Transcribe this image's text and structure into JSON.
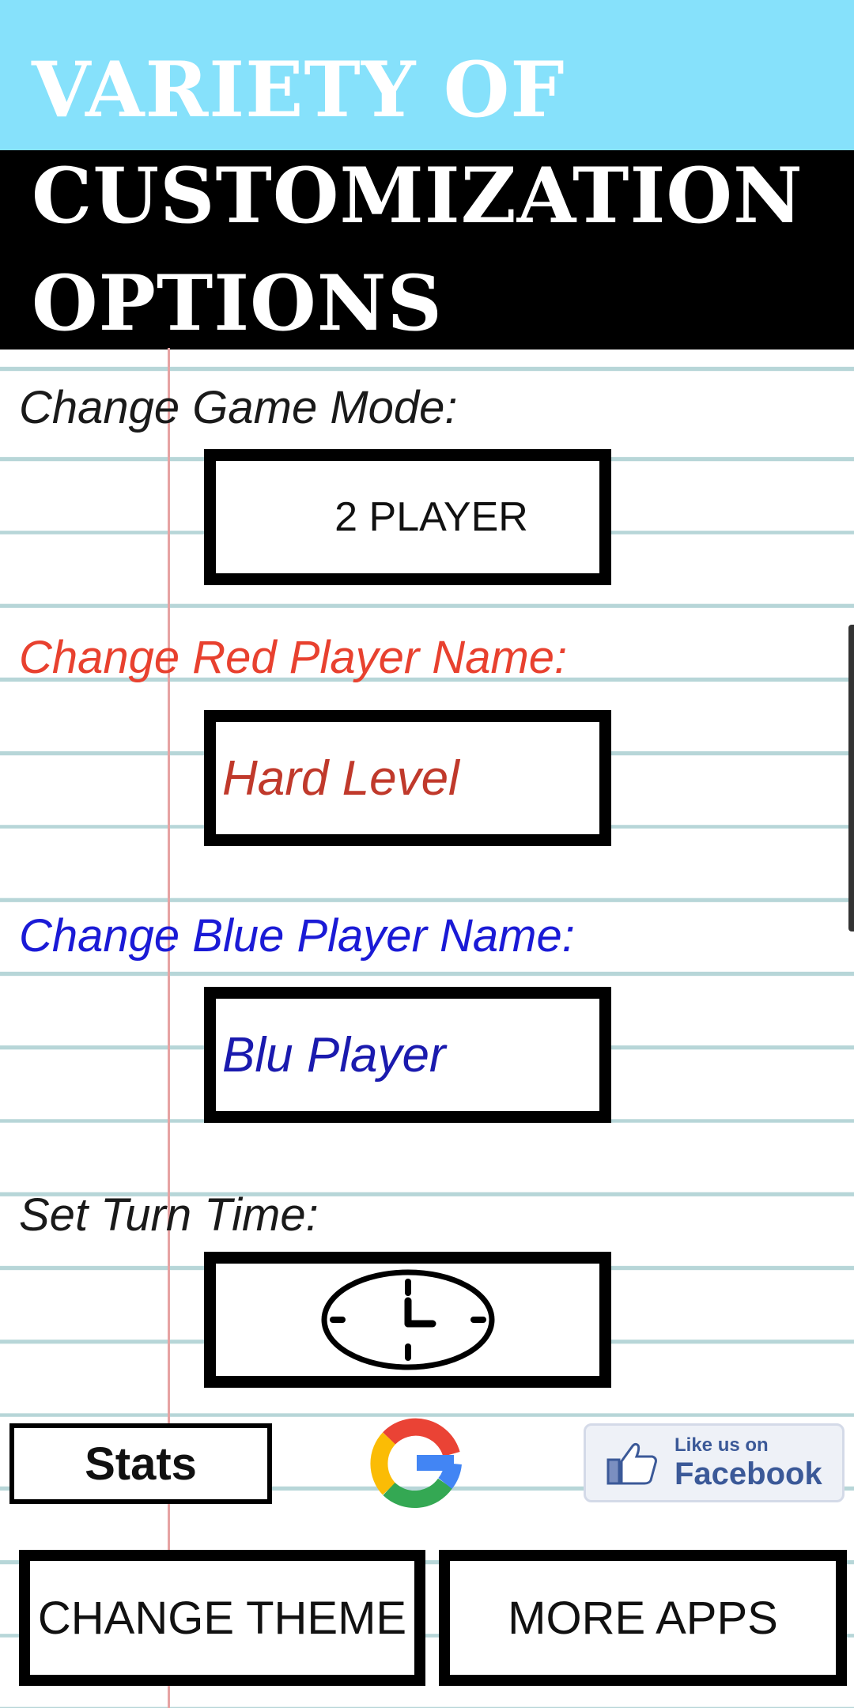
{
  "banner": {
    "line1": "VARIETY OF",
    "line2": "CUSTOMIZATION",
    "line3": "OPTIONS"
  },
  "game_mode": {
    "label": "Change Game Mode:",
    "value": "2 PLAYER"
  },
  "red_player": {
    "label": "Change Red Player Name:",
    "value": "Hard Level"
  },
  "blue_player": {
    "label": "Change Blue Player Name:",
    "value": "Blu Player"
  },
  "turn_time": {
    "label": "Set Turn Time:",
    "icon": "clock-icon"
  },
  "buttons": {
    "stats": "Stats",
    "google_icon": "google-icon",
    "facebook_small": "Like us on",
    "facebook_big": "Facebook",
    "change_theme": "CHANGE THEME",
    "more_apps": "MORE APPS"
  },
  "colors": {
    "banner_top": "#86e1fb",
    "banner_bottom": "#000000",
    "red_label": "#e8412f",
    "red_value": "#c0392b",
    "blue_label": "#1a1ad6",
    "blue_value": "#1a1aae",
    "paper_line": "#b7d6d8",
    "margin_line": "#e6a3a3",
    "facebook": "#3b5998"
  }
}
